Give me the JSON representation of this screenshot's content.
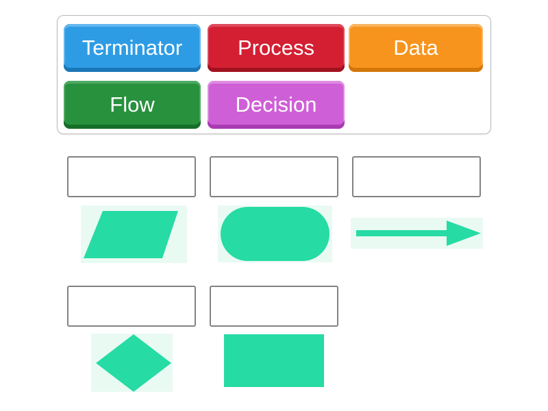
{
  "colors": {
    "blue": "#2E9CE4",
    "blue_light": "#62B7EE",
    "blue_dark": "#1B76B8",
    "red": "#D41F33",
    "red_light": "#DE4A5C",
    "red_dark": "#A0121F",
    "orange": "#F7941D",
    "orange_light": "#F9B45E",
    "orange_dark": "#D4770A",
    "green": "#28913E",
    "green_light": "#4FAA62",
    "green_dark": "#166E28",
    "magenta": "#CF5FD6",
    "magenta_light": "#DE8CE2",
    "magenta_dark": "#A93BB3",
    "shape": "#26DBA4",
    "shape_bg": "#E9FAF3",
    "slot_border": "#828282",
    "bank_border": "#B9B9B9",
    "keyword_text": "#FFFFFF"
  },
  "word_bank": {
    "items": [
      {
        "label": "Terminator",
        "color": "blue"
      },
      {
        "label": "Process",
        "color": "red"
      },
      {
        "label": "Data",
        "color": "orange"
      },
      {
        "label": "Flow",
        "color": "green"
      },
      {
        "label": "Decision",
        "color": "magenta"
      }
    ]
  },
  "matches": [
    {
      "slot_value": "",
      "shape": "parallelogram"
    },
    {
      "slot_value": "",
      "shape": "stadium"
    },
    {
      "slot_value": "",
      "shape": "arrow"
    },
    {
      "slot_value": "",
      "shape": "diamond"
    },
    {
      "slot_value": "",
      "shape": "rectangle"
    }
  ]
}
